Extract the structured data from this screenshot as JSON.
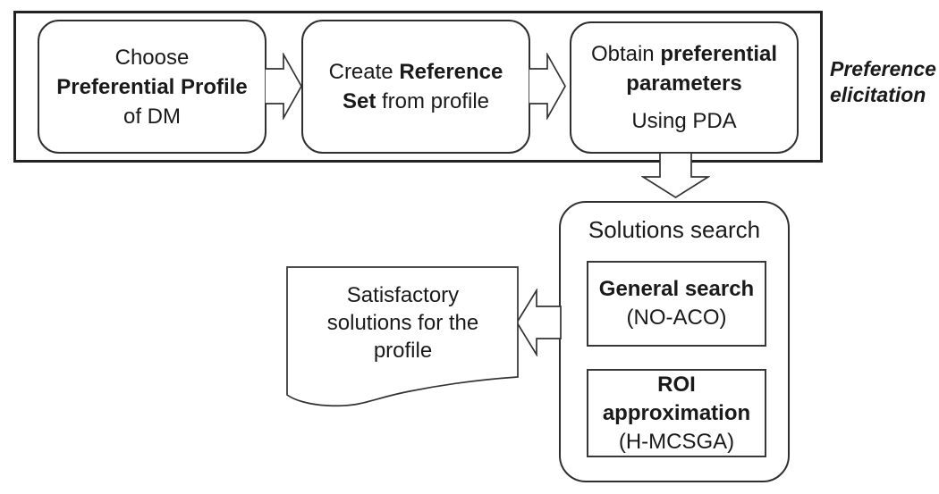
{
  "pipeline": {
    "box1": {
      "line1": "Choose",
      "line2": "Preferential Profile",
      "line3": "of DM"
    },
    "box2": {
      "line1_a": "Create ",
      "line1_b": "Reference",
      "line2_a": "Set",
      "line2_b": " from profile"
    },
    "box3": {
      "line1_a": "Obtain ",
      "line1_b": "preferential",
      "line2": "parameters",
      "line3": "Using PDA"
    },
    "side_label": {
      "line1": "Preference",
      "line2": "elicitation"
    }
  },
  "solutions": {
    "title": "Solutions search",
    "general": {
      "line1": "General search",
      "line2": "(NO-ACO)"
    },
    "roi": {
      "line1": "ROI",
      "line2": "approximation",
      "line3": "(H-MCSGA)"
    }
  },
  "output": {
    "line1": "Satisfactory",
    "line2": "solutions for the",
    "line3": "profile"
  },
  "colors": {
    "stroke": "#2f2f2f",
    "band_stroke": "#222222",
    "text": "#1a1a1a",
    "background": "#ffffff"
  }
}
